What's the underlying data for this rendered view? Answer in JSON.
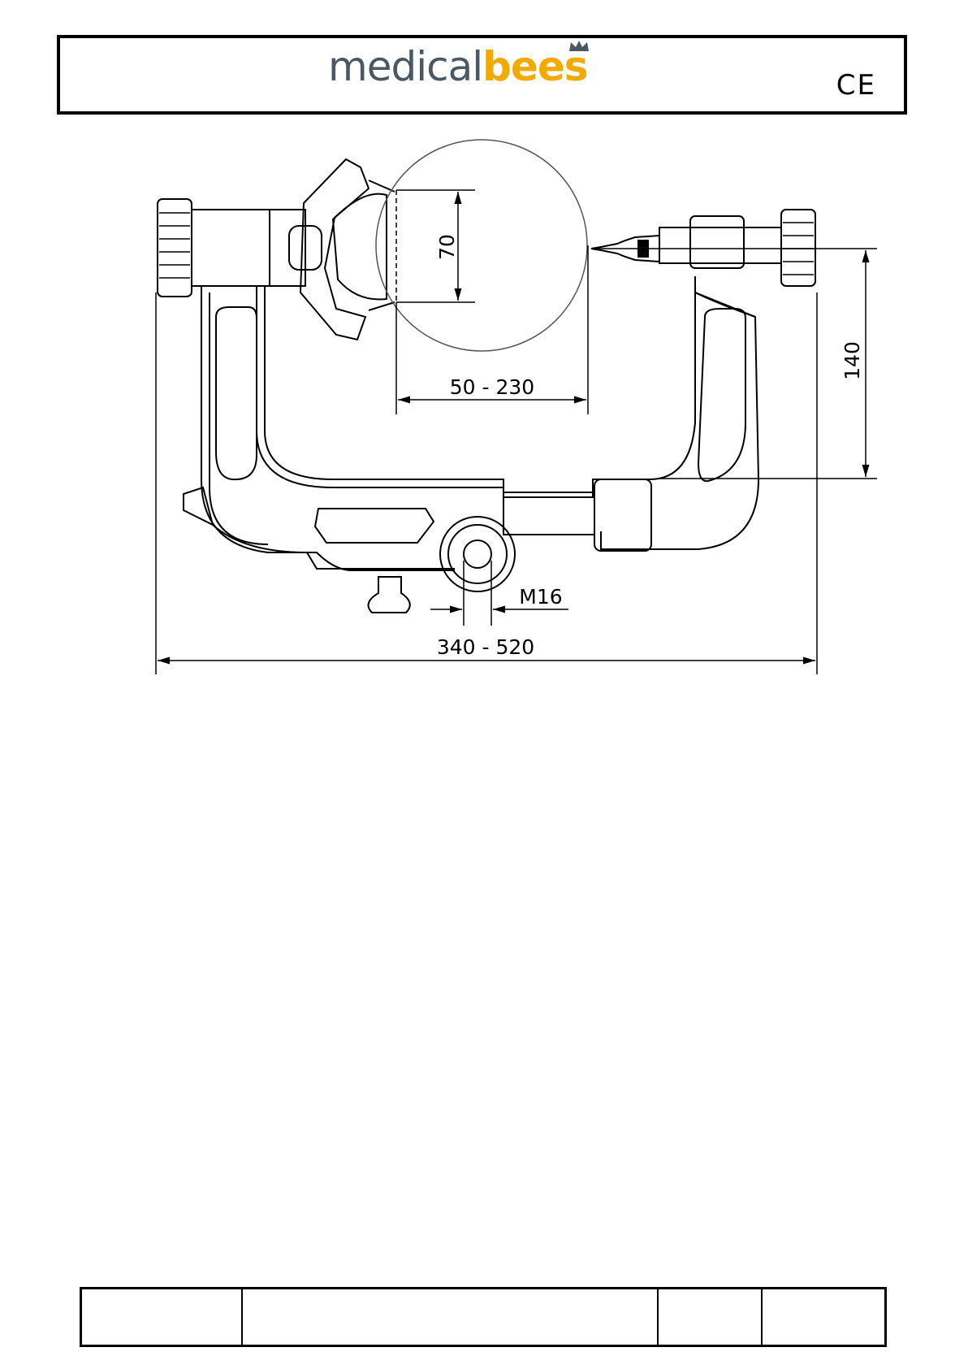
{
  "header": {
    "logo_part1": "medical",
    "logo_part2": "bees",
    "ce_mark": "CE"
  },
  "dimensions": {
    "sphere_gap": "70",
    "clamp_range": "50 - 230",
    "pin_height": "140",
    "thread": "M16",
    "overall_width": "340 - 520"
  },
  "colors": {
    "logo_gray": "#4a5866",
    "logo_yellow": "#f2a900",
    "line": "#000000"
  },
  "footer": {
    "cells": [
      "",
      "",
      "",
      ""
    ]
  }
}
